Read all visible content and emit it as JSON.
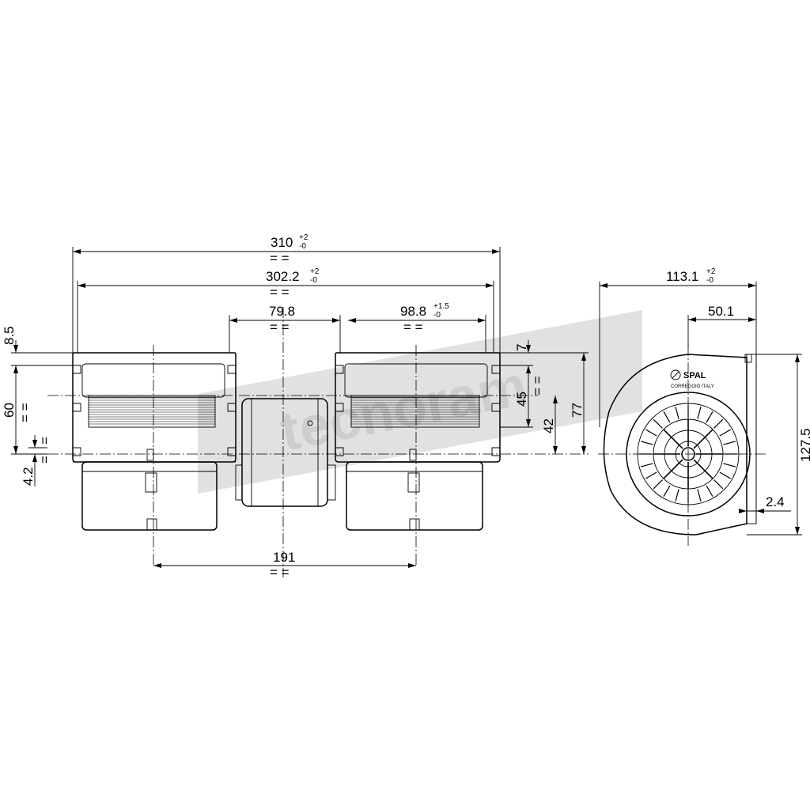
{
  "dimensions": {
    "overall_length": {
      "value": "310",
      "tol_plus": "+2",
      "tol_minus": "-0"
    },
    "body_length": {
      "value": "302.2",
      "tol_plus": "+2",
      "tol_minus": "-0"
    },
    "motor_width": {
      "value": "79.8"
    },
    "scroll_width": {
      "value": "98.8",
      "tol_plus": "+1.5",
      "tol_minus": "-0"
    },
    "wheel_spacing": {
      "value": "191"
    },
    "outlet_offset_top": {
      "value": "8.5"
    },
    "outlet_height": {
      "value": "60"
    },
    "shaft_offset": {
      "value": "4.2"
    },
    "flange_offset": {
      "value": "7"
    },
    "outlet_inner": {
      "value": "45"
    },
    "axis_to_outlet": {
      "value": "42"
    },
    "axis_to_top": {
      "value": "77"
    },
    "side_depth": {
      "value": "113.1",
      "tol_plus": "+2",
      "tol_minus": "-0"
    },
    "inlet_to_flange": {
      "value": "50.1"
    },
    "side_height": {
      "value": "127.5"
    },
    "flange_thickness": {
      "value": "2.4"
    }
  },
  "symmetry_mark": "= =",
  "symmetry_mark_single": "=",
  "logo": {
    "brand": "SPAL",
    "subtitle": "CORREGGIO ITALY"
  },
  "watermark_text": "tecnoram"
}
